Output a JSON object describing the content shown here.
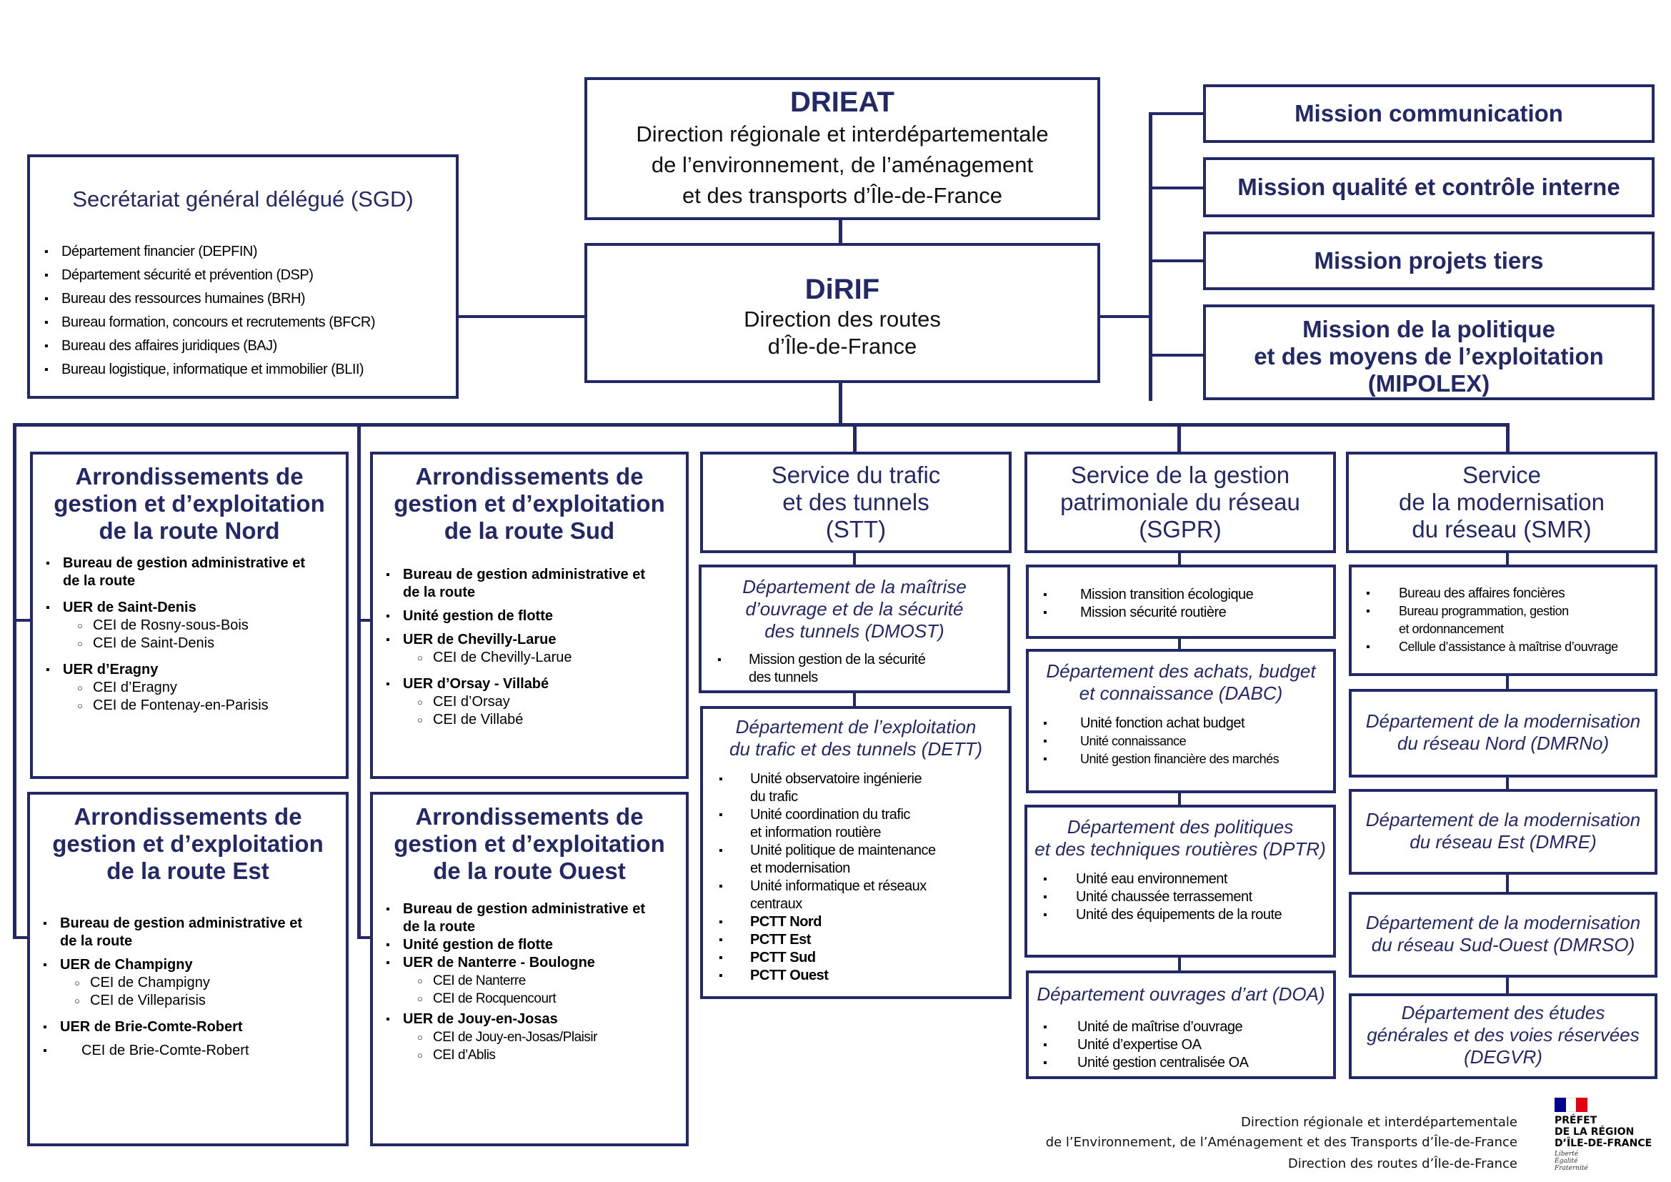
{
  "top": {
    "acronym": "DRIEAT",
    "line1": "Direction régionale et interdépartementale",
    "line2": "de l’environnement, de l’aménagement",
    "line3": "et des transports d’Île-de-France"
  },
  "dirif": {
    "acronym": "DiRIF",
    "line1": "Direction des routes",
    "line2": "d’Île-de-France"
  },
  "sgd": {
    "title": "Secrétariat général délégué (SGD)",
    "items": [
      "Département financier (DEPFIN)",
      "Département sécurité et prévention (DSP)",
      "Bureau des ressources humaines (BRH)",
      "Bureau formation, concours et recrutements (BFCR)",
      "Bureau des affaires juridiques (BAJ)",
      "Bureau logistique, informatique et immobilier (BLII)"
    ]
  },
  "missions": {
    "communication": "Mission communication",
    "qualite": "Mission qualité et contrôle interne",
    "projets": "Mission projets tiers",
    "mipolex": [
      "Mission de la politique",
      "et des moyens de l’exploitation",
      "(MIPOLEX)"
    ]
  },
  "nord": {
    "title": [
      "Arrondissements de",
      "gestion et d’exploitation",
      "de la route Nord"
    ],
    "bureau": [
      "Bureau de gestion administrative et",
      "de la route"
    ],
    "uer1": "UER de Saint-Denis",
    "uer1_cei": [
      "CEI de Rosny-sous-Bois",
      "CEI de Saint-Denis"
    ],
    "uer2": "UER d’Eragny",
    "uer2_cei": [
      "CEI d’Eragny",
      "CEI de Fontenay-en-Parisis"
    ]
  },
  "sud": {
    "title": [
      "Arrondissements de",
      "gestion et d’exploitation",
      "de la route Sud"
    ],
    "bureau": [
      "Bureau de gestion administrative et",
      "de la route"
    ],
    "flotte": "Unité gestion de flotte",
    "uer1": "UER de Chevilly-Larue",
    "uer1_cei": [
      "CEI de Chevilly-Larue"
    ],
    "uer2": "UER d’Orsay - Villabé",
    "uer2_cei": [
      "CEI d’Orsay",
      "CEI de Villabé"
    ]
  },
  "est": {
    "title": [
      "Arrondissements de",
      "gestion et d’exploitation",
      "de la route Est"
    ],
    "bureau": [
      "Bureau de gestion administrative et",
      "de la route"
    ],
    "uer1": "UER de Champigny",
    "uer1_cei": [
      "CEI de Champigny",
      "CEI de Villeparisis"
    ],
    "uer2": "UER de Brie-Comte-Robert",
    "uer2_cei": "CEI de Brie-Comte-Robert"
  },
  "ouest": {
    "title": [
      "Arrondissements de",
      "gestion et d’exploitation",
      "de la route Ouest"
    ],
    "bureau": [
      "Bureau de gestion administrative et",
      "de la route"
    ],
    "flotte": "Unité gestion de flotte",
    "uer1": "UER de Nanterre - Boulogne",
    "uer1_cei": [
      "CEI de Nanterre",
      "CEI de Rocquencourt"
    ],
    "uer2": "UER de Jouy-en-Josas",
    "uer2_cei": [
      "CEI de Jouy-en-Josas/Plaisir",
      "CEI d’Ablis"
    ]
  },
  "stt": {
    "title": [
      "Service du trafic",
      "et des tunnels",
      "(STT)"
    ],
    "dmost": {
      "title": [
        "Département de la maîtrise",
        "d’ouvrage et de la sécurité",
        "des tunnels (DMOST)"
      ],
      "item": [
        "Mission gestion de la sécurité",
        "des tunnels"
      ]
    },
    "dett": {
      "title": [
        "Département de l’exploitation",
        "du trafic et des tunnels (DETT)"
      ],
      "items": [
        [
          "Unité observatoire ingénierie",
          "du trafic"
        ],
        [
          "Unité coordination du trafic",
          "et information routière"
        ],
        [
          "Unité politique de maintenance",
          "et modernisation"
        ],
        [
          "Unité informatique et réseaux",
          "centraux"
        ],
        [
          "PCTT Nord"
        ],
        [
          "PCTT Est"
        ],
        [
          "PCTT Sud"
        ],
        [
          "PCTT Ouest"
        ]
      ]
    }
  },
  "sgpr": {
    "title": [
      "Service de la gestion",
      "patrimoniale du réseau",
      "(SGPR)"
    ],
    "missions": [
      "Mission transition écologique",
      "Mission sécurité routière"
    ],
    "dabc": {
      "title": [
        "Département des achats, budget",
        "et connaissance (DABC)"
      ],
      "items": [
        "Unité fonction achat budget",
        "Unité connaissance",
        "Unité gestion financière des marchés"
      ]
    },
    "dptr": {
      "title": [
        "Département des politiques",
        "et des techniques routières (DPTR)"
      ],
      "items": [
        "Unité eau environnement",
        "Unité chaussée terrassement",
        "Unité des équipements de la route"
      ]
    },
    "doa": {
      "title": "Département ouvrages d’art (DOA)",
      "items": [
        "Unité de maîtrise d’ouvrage",
        "Unité d’expertise OA",
        "Unité gestion centralisée OA"
      ]
    }
  },
  "smr": {
    "title": [
      "Service",
      "de la modernisation",
      "du réseau (SMR)"
    ],
    "items": [
      [
        "Bureau des affaires foncières"
      ],
      [
        "Bureau programmation, gestion",
        "et ordonnancement"
      ],
      [
        "Cellule d’assistance à maîtrise d’ouvrage"
      ]
    ],
    "dmrno": [
      "Département de la modernisation",
      "du réseau Nord (DMRNo)"
    ],
    "dmre": [
      "Département de la modernisation",
      "du réseau Est (DMRE)"
    ],
    "dmrso": [
      "Département de la modernisation",
      "du réseau Sud-Ouest (DMRSO)"
    ],
    "degvr": [
      "Département des études",
      "générales et des voies réservées",
      "(DEGVR)"
    ]
  },
  "footer": {
    "line1": "Direction régionale et interdépartementale",
    "line2": "de l’Environnement, de l’Aménagement et des Transports d’Île-de-France",
    "line3": "Direction des routes d’Île-de-France"
  },
  "logo": {
    "line1": "PRÉFET",
    "line2": "DE LA RÉGION",
    "line3": "D’ÎLE-DE-FRANCE",
    "motto": [
      "Liberté",
      "Égalité",
      "Fraternité"
    ]
  },
  "colors": {
    "navy": "#232866",
    "flag_blue": "#000091",
    "flag_red": "#e1000f"
  }
}
